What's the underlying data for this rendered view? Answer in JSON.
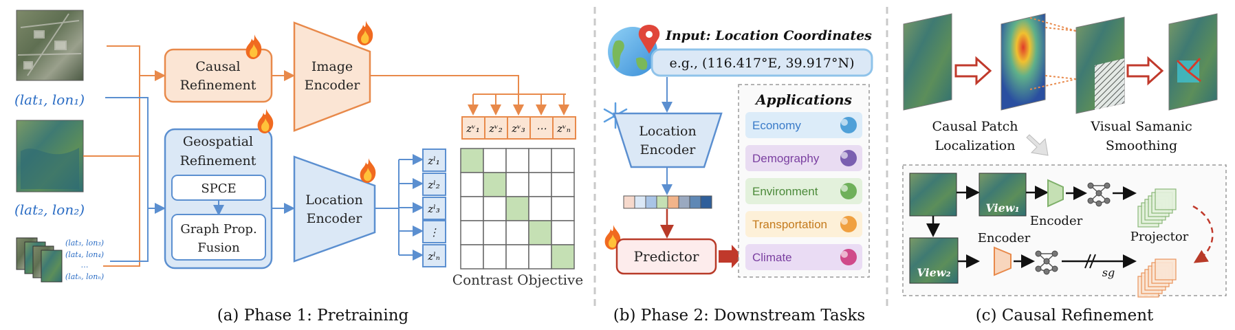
{
  "colors": {
    "orange": "#e8894a",
    "orange_fill": "#fbe5d4",
    "blue": "#5b8fd0",
    "blue_fill": "#dbe8f6",
    "red": "#b83a28",
    "green_cell": "#c5e0b4",
    "blue_text": "#2a6cc4",
    "flame": "#f06a20"
  },
  "icons": [
    "flame-icon",
    "snowflake-icon",
    "globe-pin-icon",
    "satellite-image",
    "heatmap-image",
    "neural-net-icon"
  ],
  "phase1": {
    "caption": "(a) Phase 1: Pretraining",
    "coord1": "(lat₁, lon₁)",
    "coord2": "(lat₂, lon₂)",
    "coord_list": [
      "(lat₃, lon₃)",
      "(lat₄, lon₄)",
      "…",
      "(latₙ, lonₙ)"
    ],
    "causal_refinement": [
      "Causal",
      "Refinement"
    ],
    "image_encoder": [
      "Image",
      "Encoder"
    ],
    "geospatial_refinement": [
      "Geospatial",
      "Refinement"
    ],
    "spce": "SPCE",
    "graph_fusion": [
      "Graph Prop.",
      "Fusion"
    ],
    "location_encoder": [
      "Location",
      "Encoder"
    ],
    "zv": [
      "zᵛ₁",
      "zᵛ₂",
      "zᵛ₃",
      "⋯",
      "zᵛₙ"
    ],
    "zl": [
      "zˡ₁",
      "zˡ₂",
      "zˡ₃",
      "⋮",
      "zˡₙ"
    ],
    "contrast_label": "Contrast Objective"
  },
  "phase2": {
    "caption": "(b) Phase 2: Downstream Tasks",
    "input_title": "Input: Location Coordinates",
    "input_example": "e.g., (116.417°E, 39.917°N)",
    "location_encoder": [
      "Location",
      "Encoder"
    ],
    "predictor": "Predictor",
    "applications_title": "Applications",
    "applications": [
      {
        "label": "Economy",
        "fill": "#dcecf9",
        "text": "#3a7bc8"
      },
      {
        "label": "Demography",
        "fill": "#e9dcf2",
        "text": "#7a3fa0"
      },
      {
        "label": "Environment",
        "fill": "#e3f1dc",
        "text": "#4c8a3a"
      },
      {
        "label": "Transportation",
        "fill": "#fdf0d8",
        "text": "#c47a1c"
      },
      {
        "label": "Climate",
        "fill": "#eadcf4",
        "text": "#7a3fa0"
      }
    ],
    "embedding_colors": [
      "#f6d9cc",
      "#dbe8f6",
      "#a9c4e6",
      "#c5e0b4",
      "#f2b48a",
      "#9aa9c0",
      "#5f88b5",
      "#2f5f9a"
    ]
  },
  "phase3": {
    "caption": "(c) Causal Refinement",
    "patch_label": [
      "Causal Patch",
      "Localization"
    ],
    "smooth_label": [
      "Visual Samanic",
      "Smoothing"
    ],
    "view1": "View₁",
    "view2": "View₂",
    "encoder_top": "Encoder",
    "encoder_bottom": "Encoder",
    "projector": "Projector",
    "sg": "sg"
  }
}
